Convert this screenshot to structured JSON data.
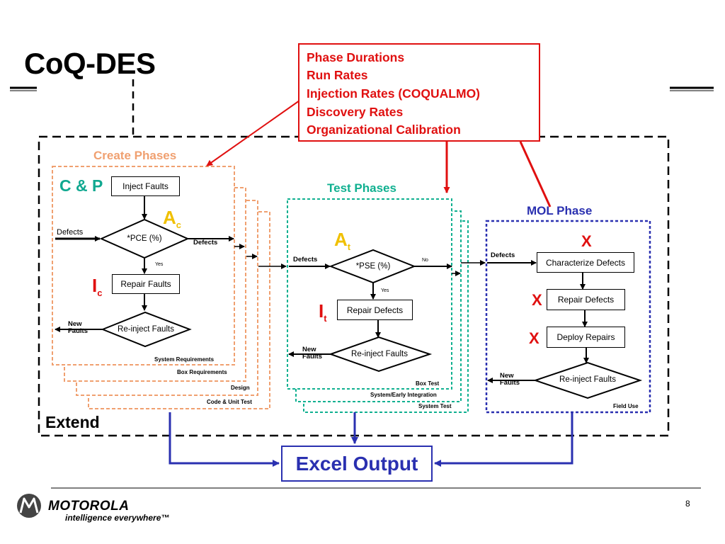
{
  "slide": {
    "title": "CoQ-DES",
    "page_number": "8"
  },
  "parameters": [
    "Phase Durations",
    "Run Rates",
    "Injection Rates (COQUALMO)",
    "Discovery Rates",
    "Organizational Calibration"
  ],
  "create": {
    "title": "Create Phases",
    "cp_label": "C & P",
    "a_main": "A",
    "a_sub": "c",
    "i_main": "I",
    "i_sub": "c",
    "inject_faults": "Inject Faults",
    "pce": "*PCE (%)",
    "repair_faults": "Repair Faults",
    "reinject": "Re-inject Faults",
    "defects_in": "Defects",
    "defects_out": "Defects",
    "yes": "Yes",
    "new_faults_1": "New",
    "new_faults_2": "Faults",
    "stack": [
      "System Requirements",
      "Box Requirements",
      "Design",
      "Code & Unit Test"
    ]
  },
  "test": {
    "title": "Test Phases",
    "a_main": "A",
    "a_sub": "t",
    "i_main": "I",
    "i_sub": "t",
    "pse": "*PSE (%)",
    "repair_defects": "Repair Defects",
    "reinject": "Re-inject Faults",
    "defects_in": "Defects",
    "no": "No",
    "yes": "Yes",
    "new_faults_1": "New",
    "new_faults_2": "Faults",
    "stack": [
      "Box Test",
      "System/Early Integration",
      "System Test"
    ]
  },
  "mol": {
    "title": "MOL Phase",
    "x_mark": "X",
    "defects_in": "Defects",
    "characterize": "Characterize Defects",
    "repair_defects": "Repair Defects",
    "deploy_repairs": "Deploy Repairs",
    "reinject": "Re-inject Faults",
    "new_faults_1": "New",
    "new_faults_2": "Faults",
    "stack": [
      "Field Use"
    ]
  },
  "extend_label": "Extend",
  "excel_output": "Excel Output",
  "footer": {
    "brand": "MOTOROLA",
    "tagline": "intelligence everywhere™"
  },
  "colors": {
    "param_red": "#e01010",
    "create_orange": "#f0a070",
    "test_green": "#10b090",
    "mol_blue": "#2a30b0",
    "greek_yellow": "#f0c000",
    "cp_teal": "#10a890"
  }
}
